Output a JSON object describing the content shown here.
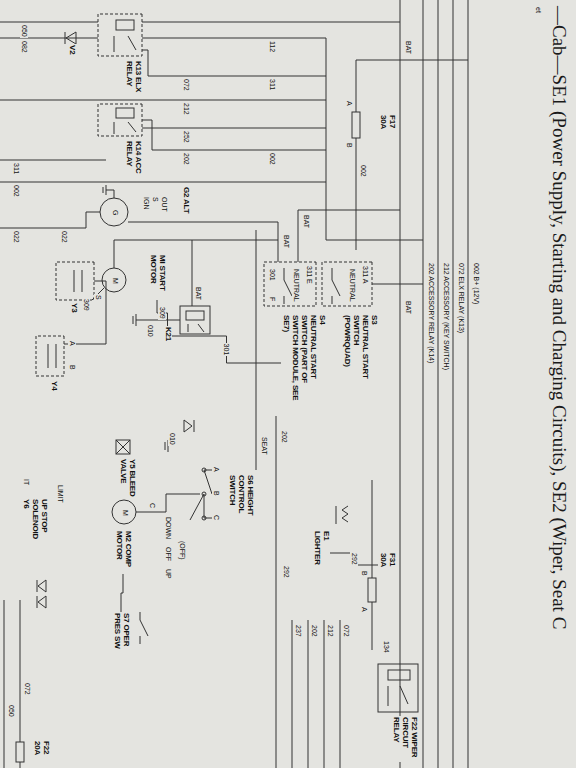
{
  "diagram": {
    "title": "—Cab—SE1 (Power Supply, Starting and Charging Circuits), SE2 (Wiper, Seat C",
    "nodes": [
      {
        "text": [
          "K13 ELX RELAY"
        ]
      },
      {
        "text": [
          "K14 ACC RELAY"
        ]
      },
      {
        "text": [
          "F17",
          "30A"
        ]
      },
      {
        "text": [
          "G2 ALT"
        ]
      },
      {
        "text": [
          "MI START MOTOR"
        ]
      },
      {
        "text": [
          "K21"
        ]
      },
      {
        "text": [
          "S3",
          "NEUTRAL START SWITCH (POWRQUAD)"
        ]
      },
      {
        "text": [
          "S4",
          "NEUTRAL START SWITCH (PART OF SWITCH MODULE, SEE SE7)"
        ]
      },
      {
        "text": [
          "Y3"
        ]
      },
      {
        "text": [
          "Y4"
        ]
      },
      {
        "text": [
          "S6 HEIGHT CONTROL SWITCH"
        ]
      },
      {
        "text": [
          "Y5 BLEED VALVE"
        ]
      },
      {
        "text": [
          "M2 COMP MOTOR"
        ]
      },
      {
        "text": [
          "F31",
          "30A"
        ]
      },
      {
        "text": [
          "E1 LIGHTER"
        ]
      },
      {
        "text": [
          "S7 OPER PRES SW"
        ]
      },
      {
        "text": [
          "F22 WIPER CIRCUIT RELAY"
        ]
      },
      {
        "text": [
          "F22",
          "20A"
        ]
      },
      {
        "text": [
          "UP STOP SOLENOID",
          "Y6"
        ]
      },
      {
        "text": [
          "V2"
        ]
      }
    ],
    "edges": [
      {
        "from": 7,
        "to": 5,
        "label": "301",
        "arrow": "none"
      },
      {
        "from": 5,
        "to": 4,
        "label": "309",
        "arrow": "none"
      },
      {
        "from": 13,
        "to": 14,
        "label": "292",
        "arrow": "none"
      },
      {
        "from": 12,
        "to": 15,
        "arrow": "none"
      }
    ],
    "labels": [
      "et",
      "002 B+ (12V)",
      "072 ELX RELAY (K13)",
      "212 ACCESSORY (KEY SWITCH)",
      "202 ACCESSORY RELAY (K14)",
      "BAT",
      "BAT",
      "A",
      "B",
      "002",
      "BAT",
      "BAT",
      "311 A",
      "NEUTRAL",
      "311 E",
      "NEUTRAL",
      "F",
      "301",
      "BAT",
      "309",
      "010",
      "OUT",
      "S",
      "IGN",
      "G",
      "022",
      "M",
      "S",
      "A",
      "B",
      "SEAT",
      "202",
      "A",
      "B",
      "C",
      "(OFF)",
      "DOWN",
      "OFF",
      "UP",
      "C",
      "M",
      "LIMIT",
      "IT",
      "010",
      "292",
      "A",
      "B",
      "134",
      "072",
      "212",
      "202",
      "237",
      "072",
      "050",
      "112",
      "311",
      "002",
      "072",
      "212",
      "252",
      "202",
      "311",
      "002",
      "022",
      "050",
      "082"
    ]
  }
}
